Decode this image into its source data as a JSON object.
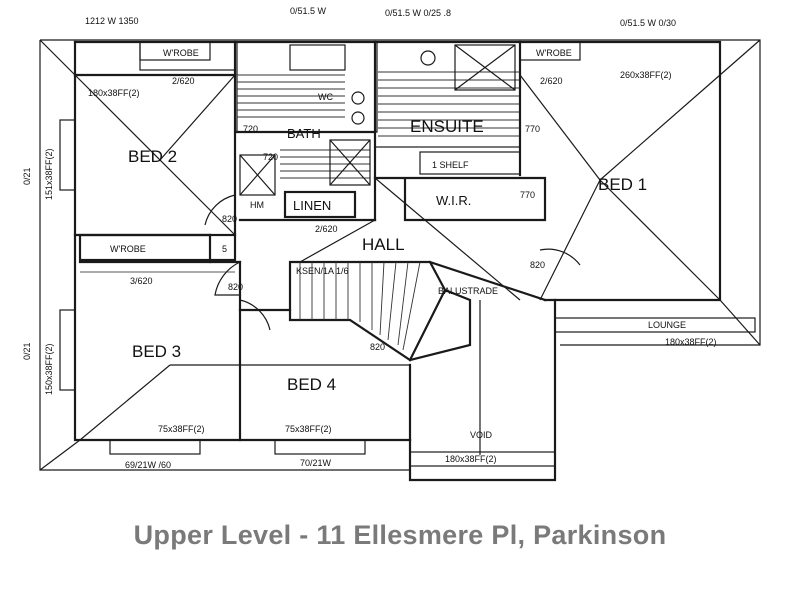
{
  "caption": "Upper Level - 11 Ellesmere Pl, Parkinson",
  "rooms": {
    "bed1": "BED 1",
    "bed2": "BED 2",
    "bed3": "BED 3",
    "bed4": "BED 4",
    "hall": "HALL",
    "ensuite": "ENSUITE",
    "bath": "BATH",
    "wir": "W.I.R.",
    "linen": "LINEN",
    "wrobe_top": "W'ROBE",
    "wrobe_right": "W'ROBE",
    "wrobe_mid": "W'ROBE",
    "balustrade": "BALUSTRADE",
    "shelf": "1 SHELF",
    "wc": "WC"
  },
  "notes": {
    "top_left": "1212 W 1350",
    "top_mid1": "0/51.5 W",
    "top_mid2": "0/51.5 W 0/25 .8",
    "top_right": "0/51.5 W 0/30",
    "bed2_win": "180x38FF(2)",
    "bed1_win": "260x38FF(2)",
    "bottom_left": "69/21W /60",
    "bottom_mid": "75x38FF(2)",
    "bottom_left2": "75x38FF(2)",
    "bottom_mid2": "70/21W",
    "void": "VOID",
    "void_win": "180x38FF(2)",
    "right_win": "180x38FF(2)",
    "right_win2": "LOUNGE",
    "d820a": "820",
    "d820b": "820",
    "d820c": "820",
    "d720a": "720",
    "d720b": "720",
    "d770": "770",
    "d770b": "770",
    "d2620a": "2/620",
    "d2620b": "2/620",
    "d3620": "3/620",
    "s5": "5",
    "hm": "HM",
    "left_dim1": "0/21",
    "left_dim2": "0/21",
    "left_win1": "151x38FF(2)",
    "left_win2": "150x38FF(2)",
    "stair_upper": "KSEN/1A 1/6",
    "stair_lower": "820"
  }
}
